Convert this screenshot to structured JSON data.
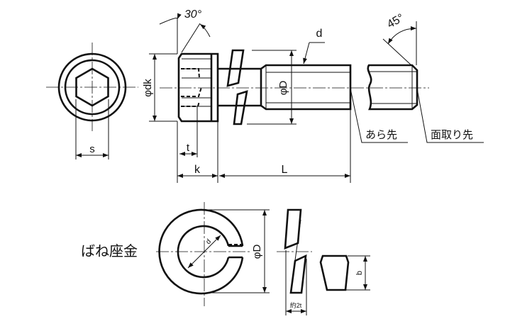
{
  "labels": {
    "angle_head": "30°",
    "angle_chamfer": "45°",
    "thread_d": "d",
    "diameter_D": "φD",
    "diameter_dk": "φdk",
    "socket_s": "s",
    "socket_t": "t",
    "head_k": "k",
    "length_L": "L",
    "rough_end": "あら先",
    "chamfered_end": "面取り先",
    "spring_washer": "ばね座金",
    "washer_d": "d",
    "washer_D": "φD",
    "washer_thickness": "約2t",
    "washer_b": "b"
  }
}
